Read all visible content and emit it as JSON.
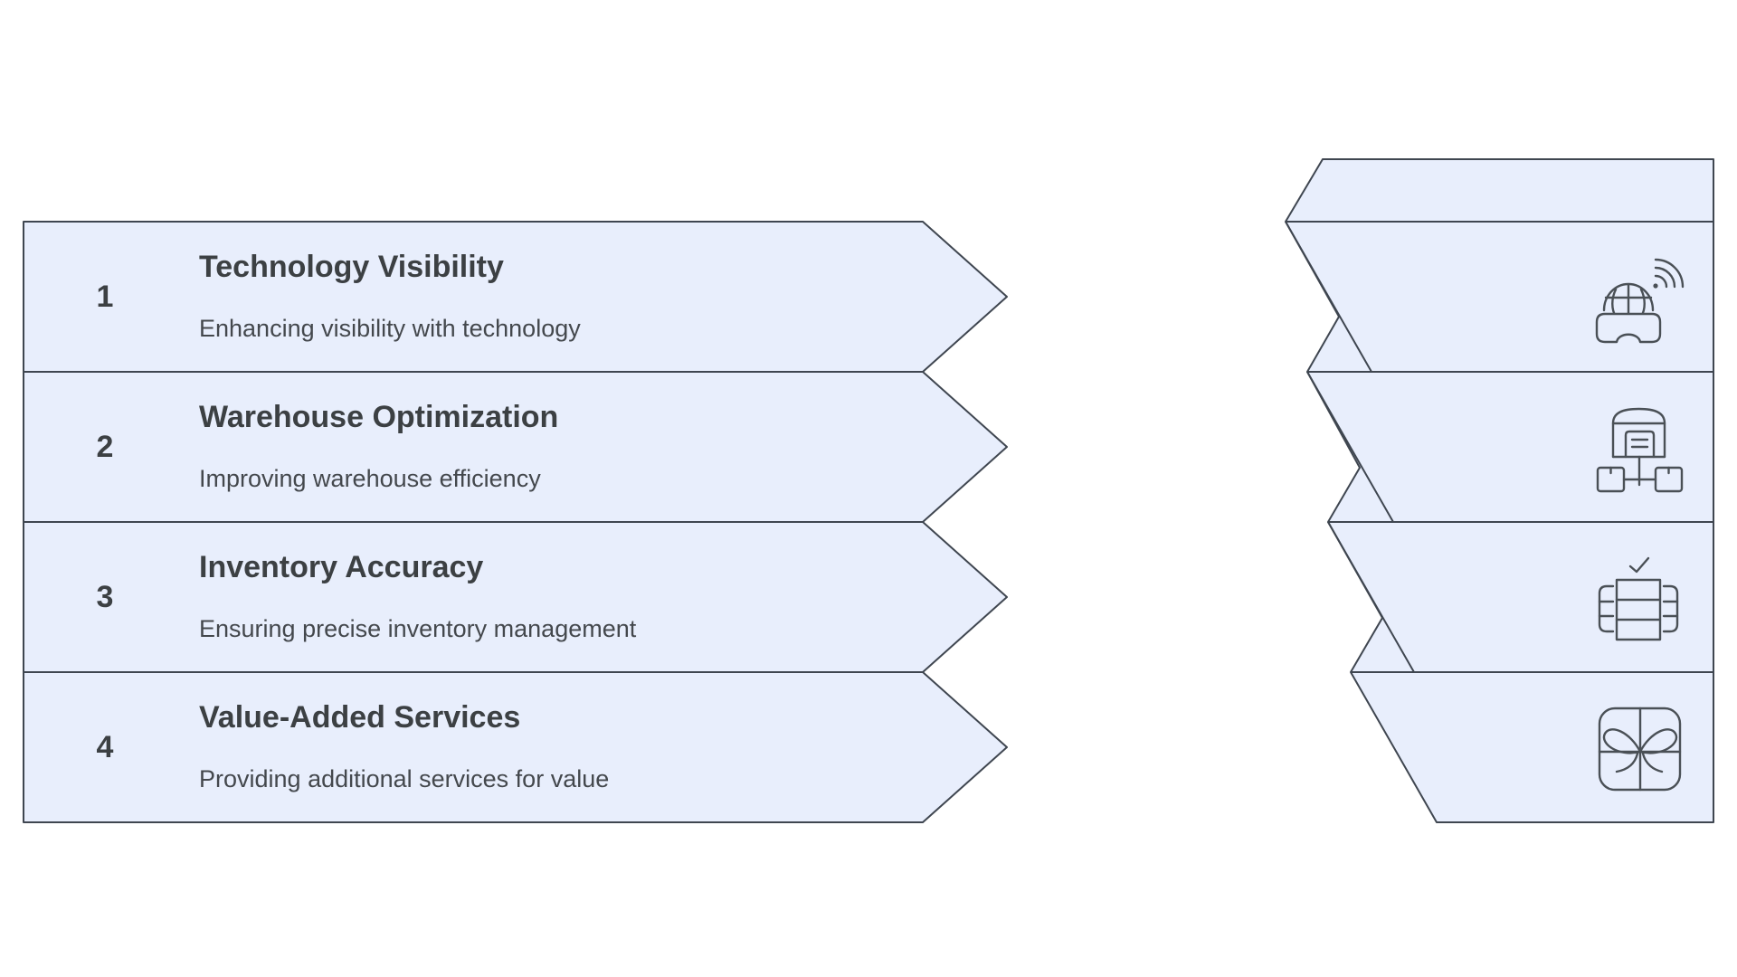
{
  "diagram": {
    "background_color": "#ffffff",
    "shape_fill_color": "#e8eefc",
    "outline_color": "#3f4650",
    "title_color": "#3c4043",
    "description_color": "#44484d",
    "icon_color": "#4a5056",
    "steps": [
      {
        "number": "1",
        "title": "Technology Visibility",
        "description": "Enhancing visibility with technology",
        "icon": "globe-vr-wifi"
      },
      {
        "number": "2",
        "title": "Warehouse Optimization",
        "description": "Improving warehouse efficiency",
        "icon": "warehouse-distribution"
      },
      {
        "number": "3",
        "title": "Inventory Accuracy",
        "description": "Ensuring precise inventory management",
        "icon": "inventory-checklist"
      },
      {
        "number": "4",
        "title": "Value-Added Services",
        "description": "Providing additional services for value",
        "icon": "gift-box"
      }
    ]
  }
}
